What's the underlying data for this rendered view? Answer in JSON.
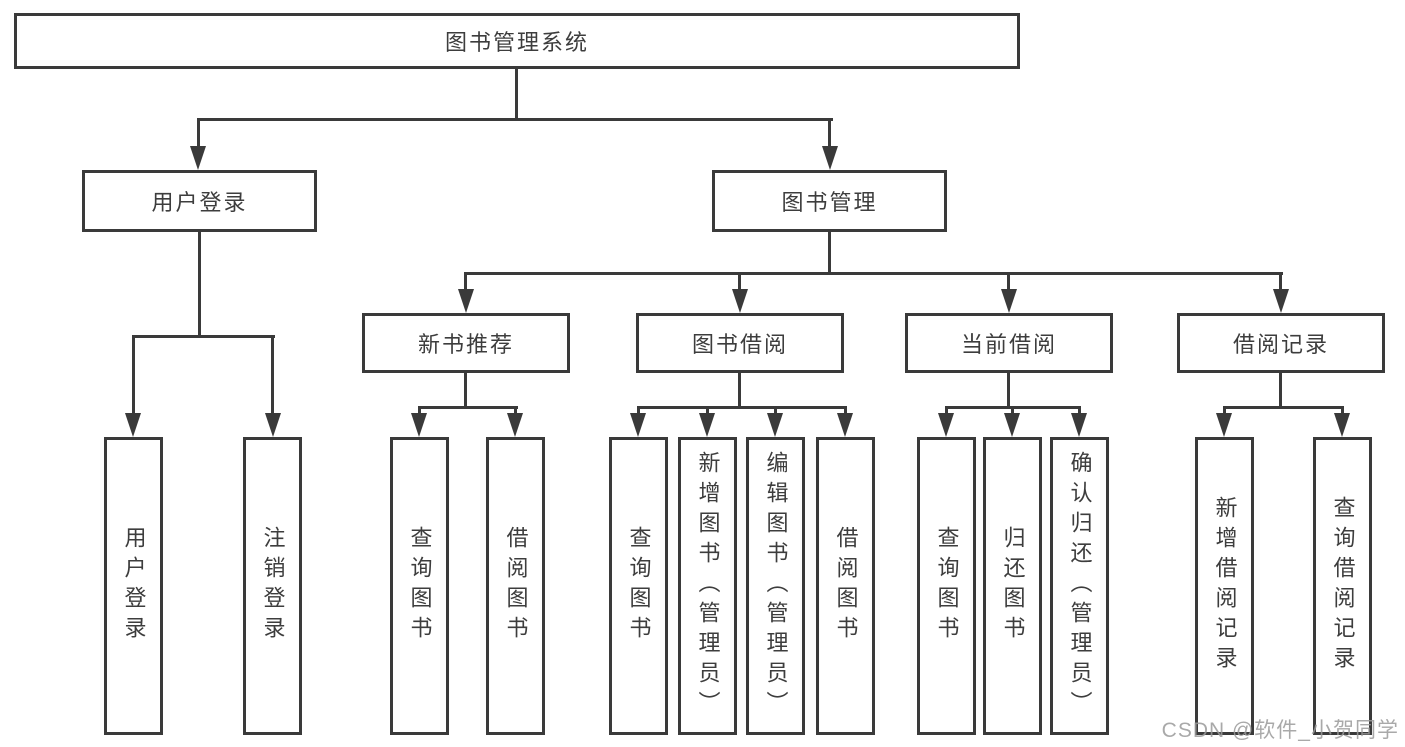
{
  "root": {
    "label": "图书管理系统"
  },
  "branches": [
    {
      "label": "用户登录"
    },
    {
      "label": "图书管理"
    }
  ],
  "categories": [
    {
      "label": "新书推荐"
    },
    {
      "label": "图书借阅"
    },
    {
      "label": "当前借阅"
    },
    {
      "label": "借阅记录"
    }
  ],
  "leaves": [
    {
      "label": "用户登录"
    },
    {
      "label": "注销登录"
    },
    {
      "label": "查询图书"
    },
    {
      "label": "借阅图书"
    },
    {
      "label": "查询图书"
    },
    {
      "label": "新增图书（管理员）"
    },
    {
      "label": "编辑图书（管理员）"
    },
    {
      "label": "借阅图书"
    },
    {
      "label": "查询图书"
    },
    {
      "label": "归还图书"
    },
    {
      "label": "确认归还（管理员）"
    },
    {
      "label": "新增借阅记录"
    },
    {
      "label": "查询借阅记录"
    }
  ],
  "watermark": {
    "text": "CSDN @软件_小贺同学"
  },
  "colors": {
    "line": "#3a3a3a",
    "text": "#3d3d3d",
    "watermark": "#9b9b9b"
  }
}
